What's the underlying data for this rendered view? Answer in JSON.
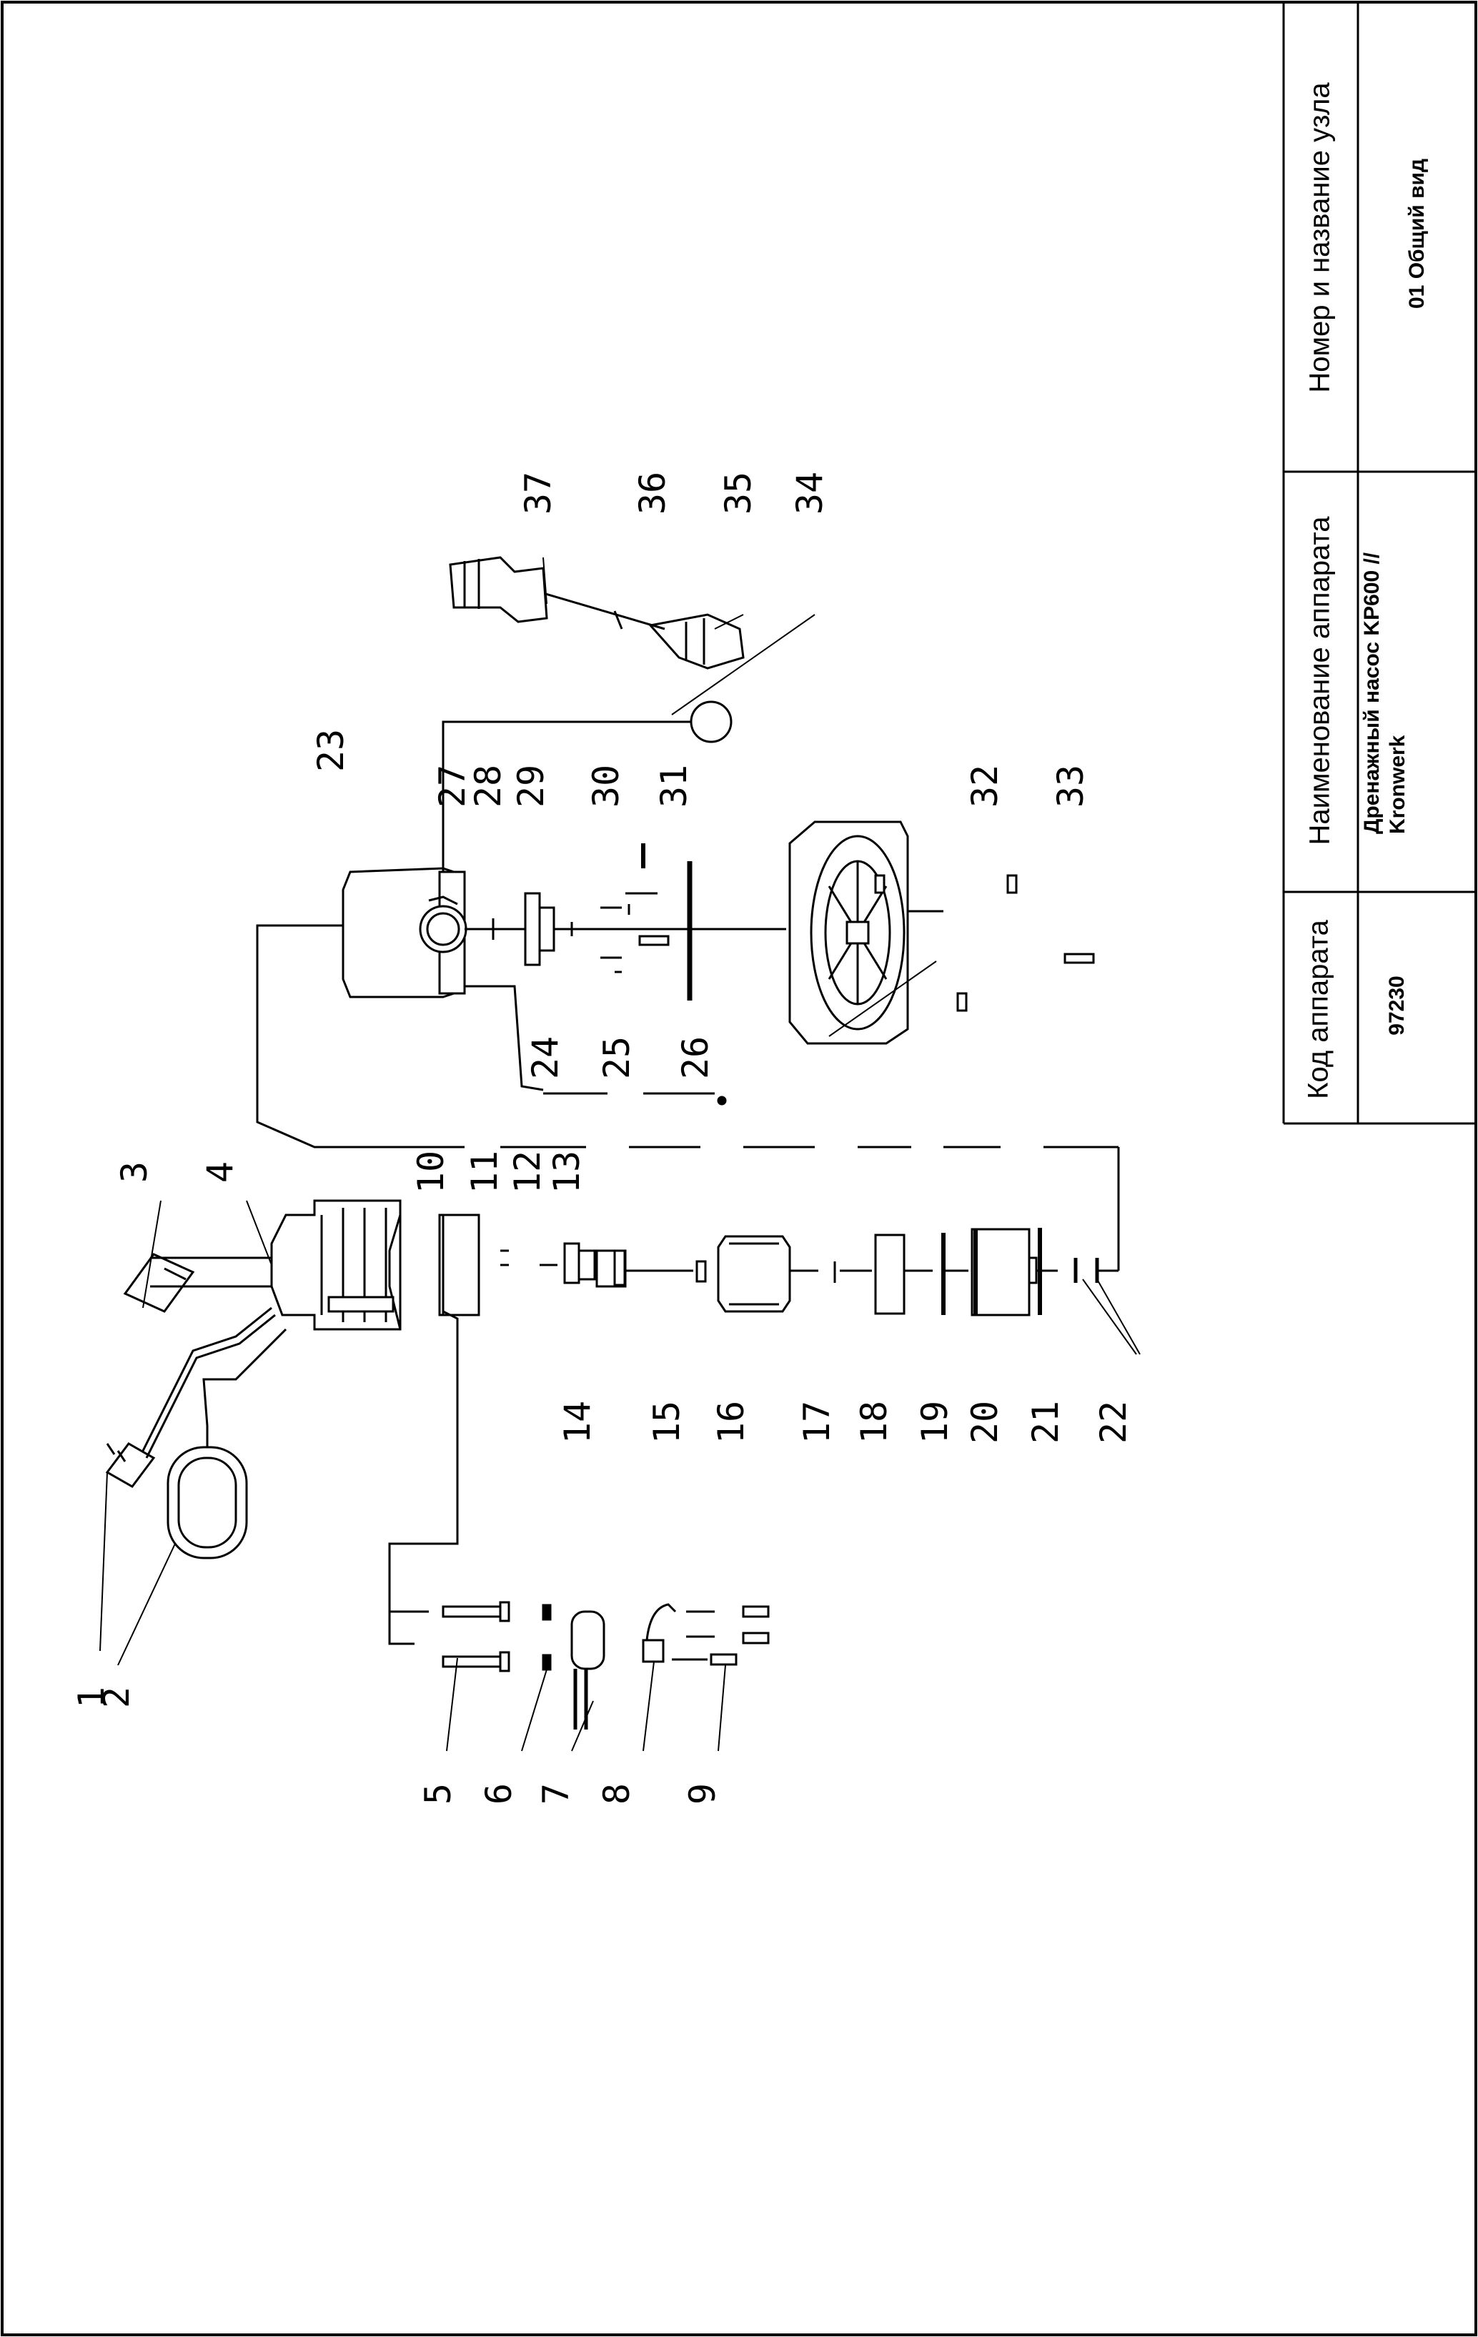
{
  "title_block": {
    "col_code": {
      "header": "Код аппарата",
      "value": "97230"
    },
    "col_name": {
      "header": "Наименование аппарата",
      "value_line1": "Дренажный насос KP600 //",
      "value_line2": "Kronwerk"
    },
    "col_node": {
      "header": "Номер и название узла",
      "value": "01 Общий вид"
    }
  },
  "part_numbers": [
    "1",
    "2",
    "3",
    "4",
    "5",
    "6",
    "7",
    "8",
    "9",
    "10",
    "11",
    "12",
    "13",
    "14",
    "15",
    "16",
    "17",
    "18",
    "19",
    "20",
    "21",
    "22",
    "23",
    "24",
    "25",
    "26",
    "27",
    "28",
    "29",
    "30",
    "31",
    "32",
    "33",
    "34",
    "35",
    "36",
    "37"
  ]
}
